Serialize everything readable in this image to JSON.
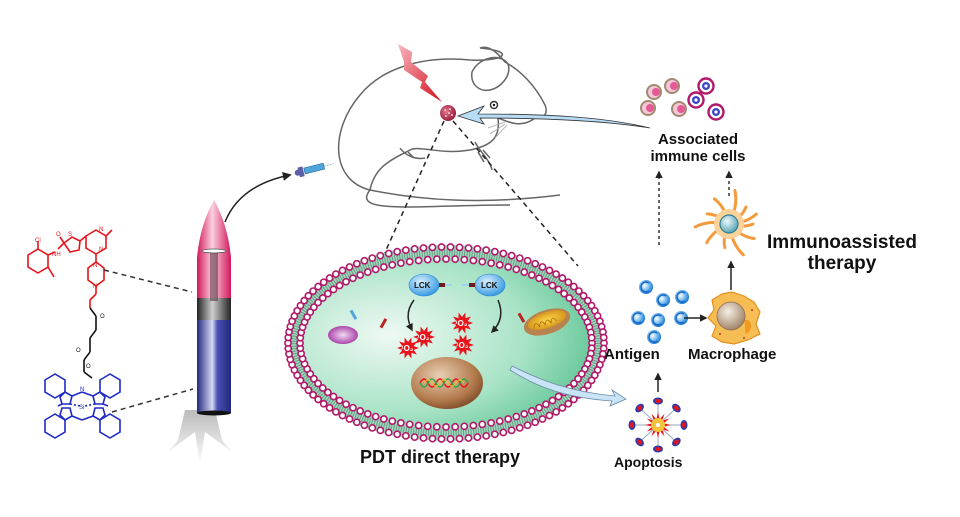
{
  "figure": {
    "type": "schematic illustration",
    "labels": {
      "associated_immune_cells": "Associated immune cells",
      "immunoassisted_therapy": "Immunoassisted therapy",
      "antigen": "Antigen",
      "macrophage": "Macrophage",
      "apoptosis": "Apoptosis",
      "pdt_direct_therapy": "PDT direct therapy",
      "lck": "LCK",
      "singlet_oxygen": "¹O₂"
    },
    "molecule": {
      "drug_part_color": "#e8141c",
      "linker_color": "#111111",
      "photosensitizer_color": "#1f2bc4",
      "atom_labels": [
        "Cl",
        "O",
        "NH",
        "S",
        "N",
        "N",
        "N",
        "N",
        "O",
        "O",
        "O",
        "Si",
        "N"
      ]
    },
    "rocket": {
      "nose_color": "#e23a78",
      "body_color": "#3a3f9e",
      "band_color": "#333333"
    },
    "colors": {
      "membrane_bead": "#b0186a",
      "cytoplasm": "#7fd6ae",
      "lck": "#3fa8e8",
      "singlet_oxygen_burst": "#e8141c",
      "nucleus": "#a06a3e",
      "antigen": "#2f8fe0",
      "macrophage": "#f4b84a",
      "dendritic_cell": "#f49a3a",
      "lightning": "#e8141c",
      "arrow_light_blue": "#a9d3f2"
    }
  }
}
